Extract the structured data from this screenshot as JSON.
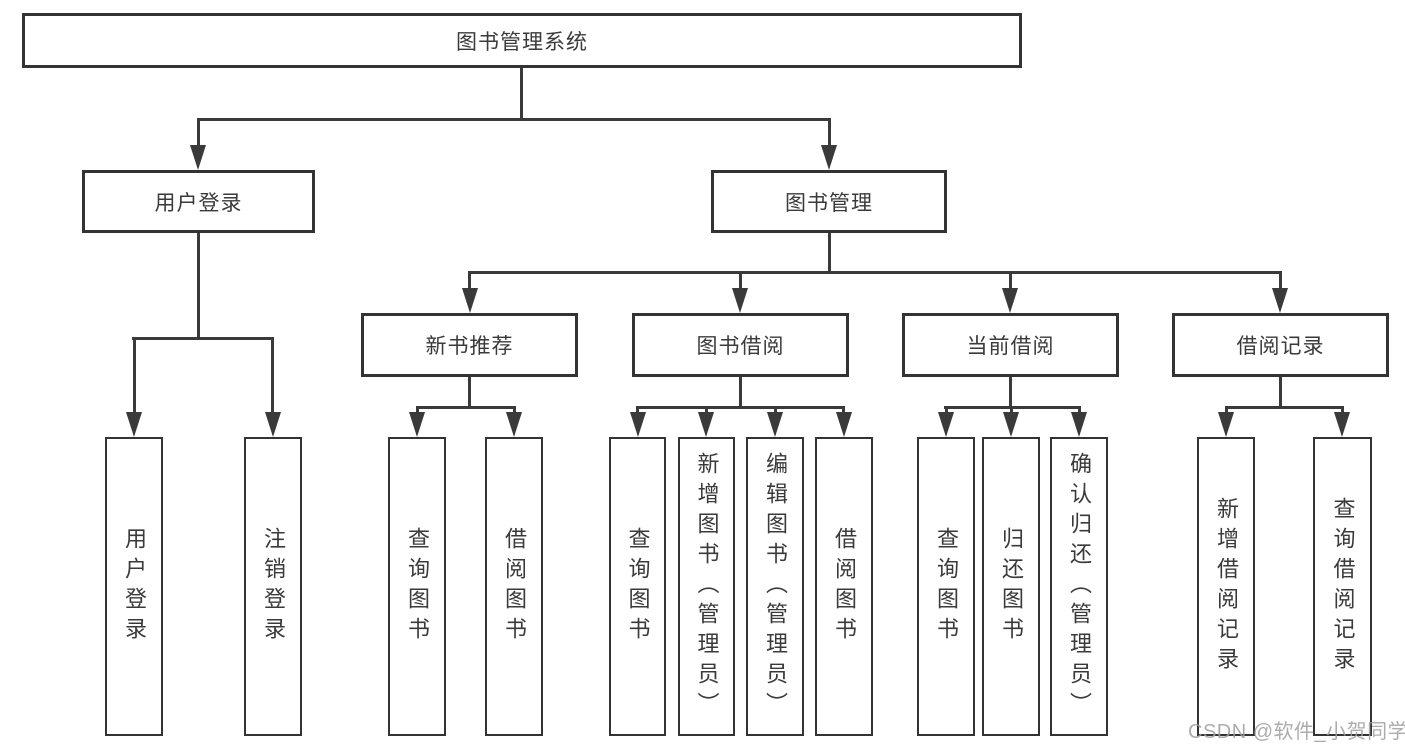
{
  "diagram": {
    "root": {
      "label": "图书管理系统"
    },
    "groups": [
      {
        "label": "用户登录",
        "leaves": [
          {
            "label": "用户登录"
          },
          {
            "label": "注销登录"
          }
        ]
      },
      {
        "label": "图书管理",
        "subgroups": [
          {
            "label": "新书推荐",
            "leaves": [
              {
                "label": "查询图书"
              },
              {
                "label": "借阅图书"
              }
            ]
          },
          {
            "label": "图书借阅",
            "leaves": [
              {
                "label": "查询图书"
              },
              {
                "label": "新增图书（管理员）"
              },
              {
                "label": "编辑图书（管理员）"
              },
              {
                "label": "借阅图书"
              }
            ]
          },
          {
            "label": "当前借阅",
            "leaves": [
              {
                "label": "查询图书"
              },
              {
                "label": "归还图书"
              },
              {
                "label": "确认归还（管理员）"
              }
            ]
          },
          {
            "label": "借阅记录",
            "leaves": [
              {
                "label": "新增借阅记录"
              },
              {
                "label": "查询借阅记录"
              }
            ]
          }
        ]
      }
    ]
  },
  "watermark": {
    "text": "CSDN @软件_小贺同学"
  },
  "colors": {
    "line": "#3a3a3a",
    "box_border": "#333333",
    "text": "#3a3a3a",
    "background": "#ffffff",
    "watermark": "#9e9e9e"
  }
}
